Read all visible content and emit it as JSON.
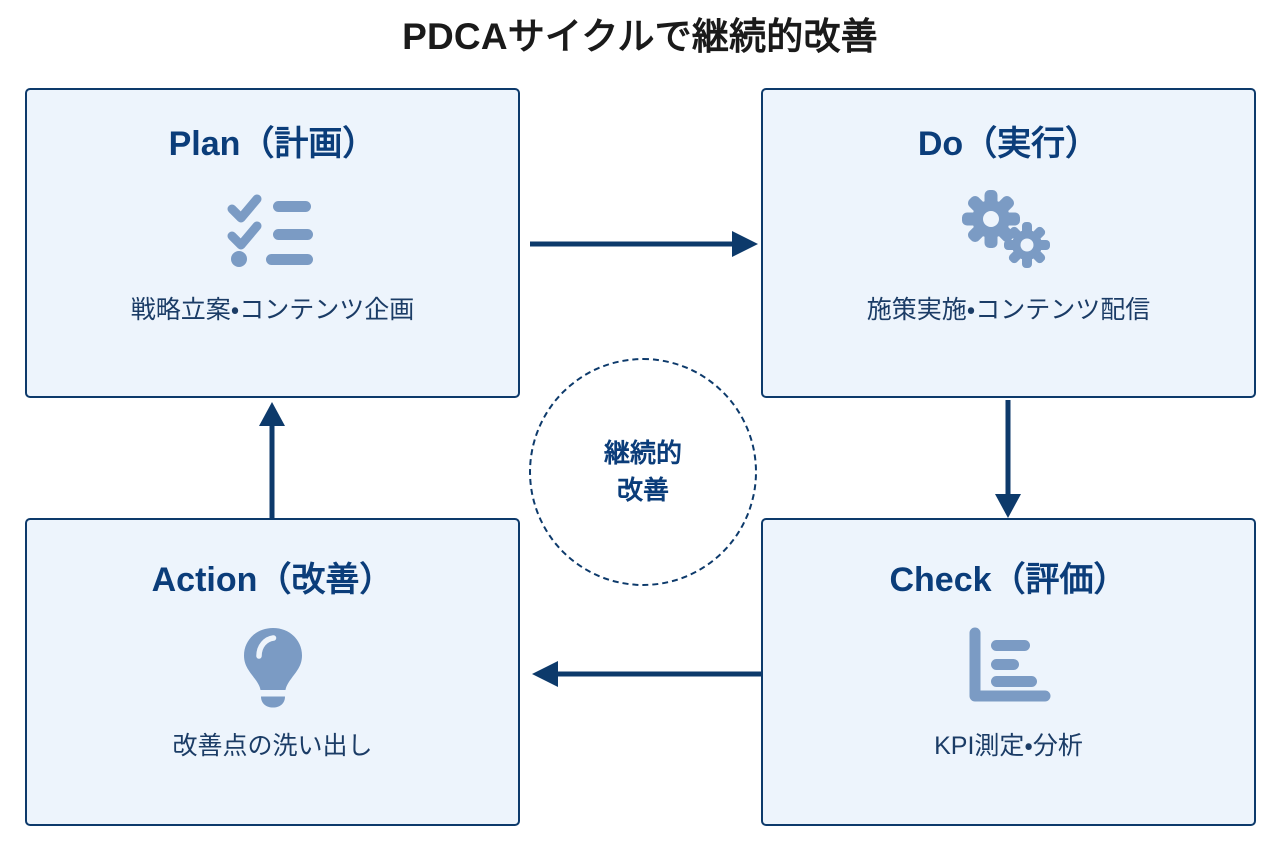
{
  "title": "PDCAサイクルで継続的改善",
  "colors": {
    "card_fill": "#edf4fc",
    "card_border": "#0d3a6b",
    "heading_text": "#0b3d7a",
    "desc_text": "#1b3c66",
    "icon_fill": "#7b9bc4",
    "arrow": "#0d3a6b",
    "title_text": "#1a1a1a",
    "page_background": "#ffffff"
  },
  "center": {
    "label_line1": "継続的",
    "label_line2": "改善"
  },
  "phases": [
    {
      "key": "plan",
      "heading": "Plan（計画）",
      "description": "戦略立案・コンテンツ企画",
      "icon": "checklist-icon"
    },
    {
      "key": "do",
      "heading": "Do（実行）",
      "description": "施策実施・コンテンツ配信",
      "icon": "gears-icon"
    },
    {
      "key": "check",
      "heading": "Check（評価）",
      "description": "KPI測定・分析",
      "icon": "bar-chart-icon"
    },
    {
      "key": "action",
      "heading": "Action（改善）",
      "description": "改善点の洗い出し",
      "icon": "lightbulb-icon"
    }
  ],
  "arrows": [
    {
      "key": "plan-to-do",
      "direction": "right",
      "from": "Plan（計画）",
      "to": "Do（実行）"
    },
    {
      "key": "do-to-check",
      "direction": "down",
      "from": "Do（実行）",
      "to": "Check（評価）"
    },
    {
      "key": "check-to-action",
      "direction": "left",
      "from": "Check（評価）",
      "to": "Action（改善）"
    },
    {
      "key": "action-to-plan",
      "direction": "up",
      "from": "Action（改善）",
      "to": "Plan（計画）"
    }
  ]
}
